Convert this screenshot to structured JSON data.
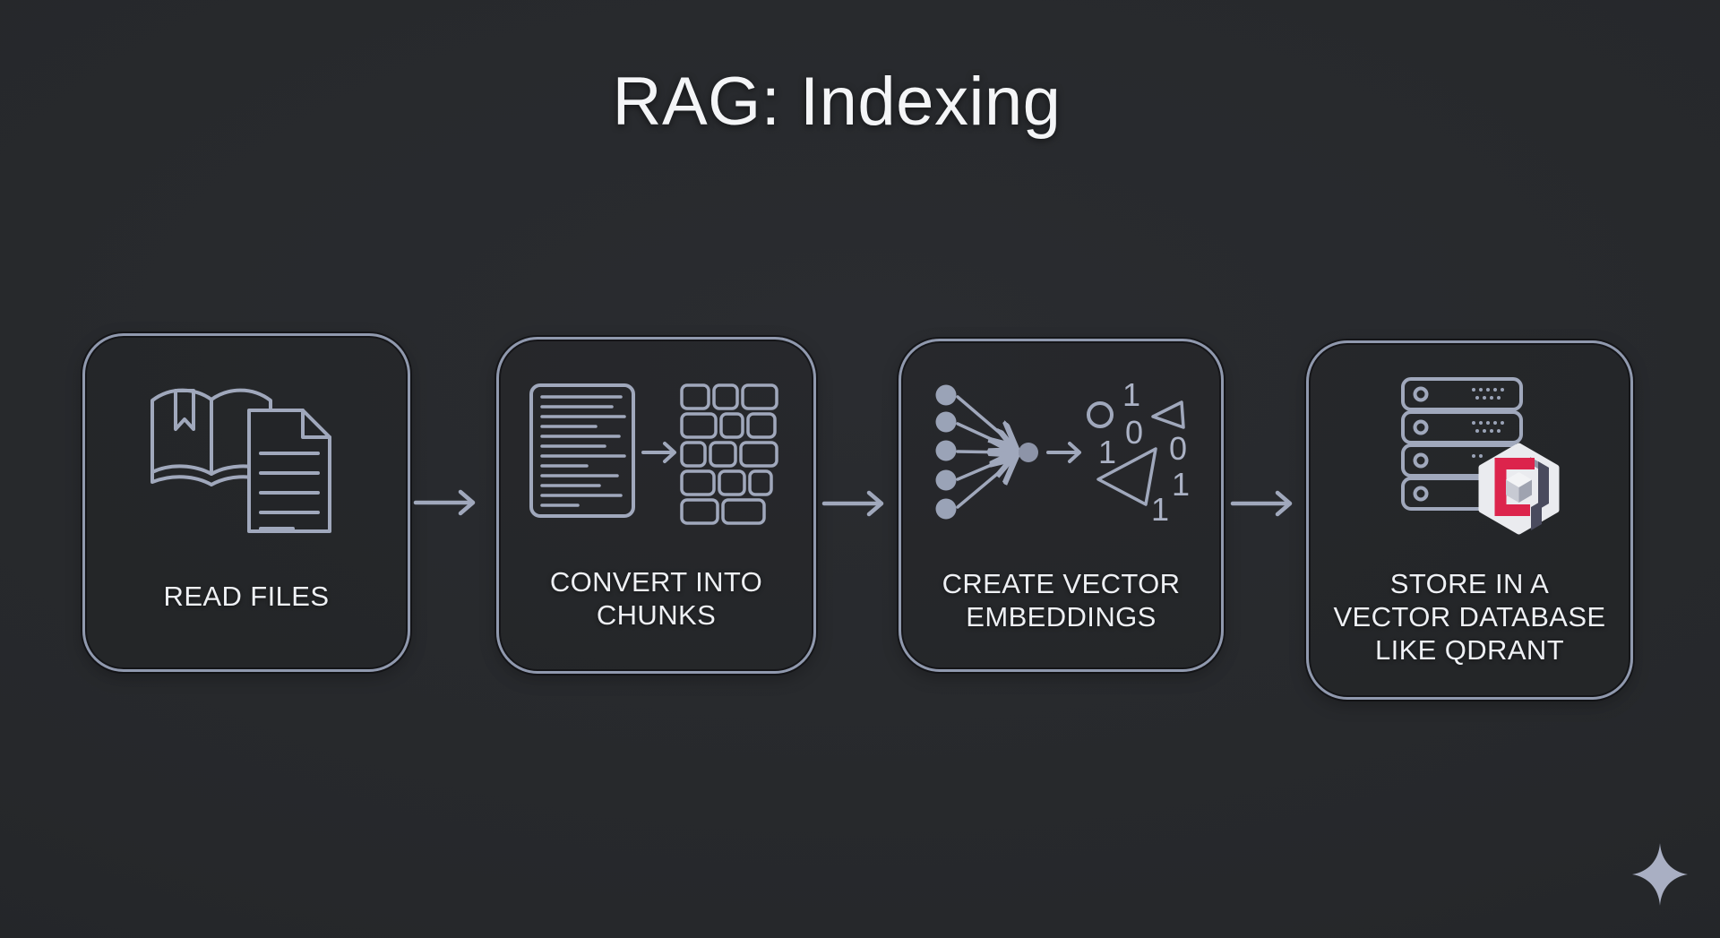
{
  "title": "RAG: Indexing",
  "steps": [
    {
      "id": "read-files",
      "label_lines": [
        "READ FILES"
      ],
      "icon": "book-and-document"
    },
    {
      "id": "convert-into-chunks",
      "label_lines": [
        "CONVERT INTO",
        "CHUNKS"
      ],
      "icon": "document-to-chunks"
    },
    {
      "id": "create-vector-embeddings",
      "label_lines": [
        "CREATE VECTOR",
        "EMBEDDINGS"
      ],
      "icon": "network-to-binary",
      "digits": [
        "1",
        "0",
        "1",
        "0",
        "1",
        "1"
      ]
    },
    {
      "id": "store-in-vector-db",
      "label_lines": [
        "STORE IN A",
        "VECTOR DATABASE",
        "LIKE QDRANT"
      ],
      "icon": "server-stack-with-qdrant-logo"
    }
  ],
  "colors": {
    "background": "#26282b",
    "box_border": "#9099ae",
    "icon_stroke": "#a0a8bc",
    "label_text": "#eef0f4",
    "title_text": "#f4f5f7",
    "qdrant_red": "#dc244c",
    "qdrant_dark": "#4a4b5e",
    "qdrant_gray": "#9093a5",
    "qdrant_hex_fill": "#eaebef",
    "sparkle": "#a9afc3"
  }
}
